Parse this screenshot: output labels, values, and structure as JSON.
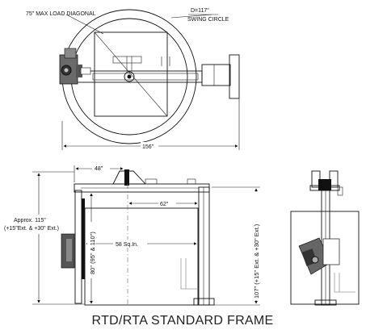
{
  "top_view": {
    "load_diagonal_label": "75\" MAX LOAD DIAGONAL",
    "swing_label_top": "D=117\"",
    "swing_label_bottom": "SWING CIRCLE",
    "width_dim": "156\""
  },
  "side_view": {
    "arm_dim": "48\"",
    "reach_dim": "62\"",
    "height_note_1": "Approx. 115\"",
    "height_note_2": "(+15\"Ext. & +30\" Ext.)",
    "table_label": "58 Sq.In.",
    "table_height_dim": "80\" (95\" & 110\")",
    "column_height_dim": "107\" (+15\" Ext. & +30\" Ext.)"
  },
  "caption": "RTD/RTA STANDARD FRAME"
}
